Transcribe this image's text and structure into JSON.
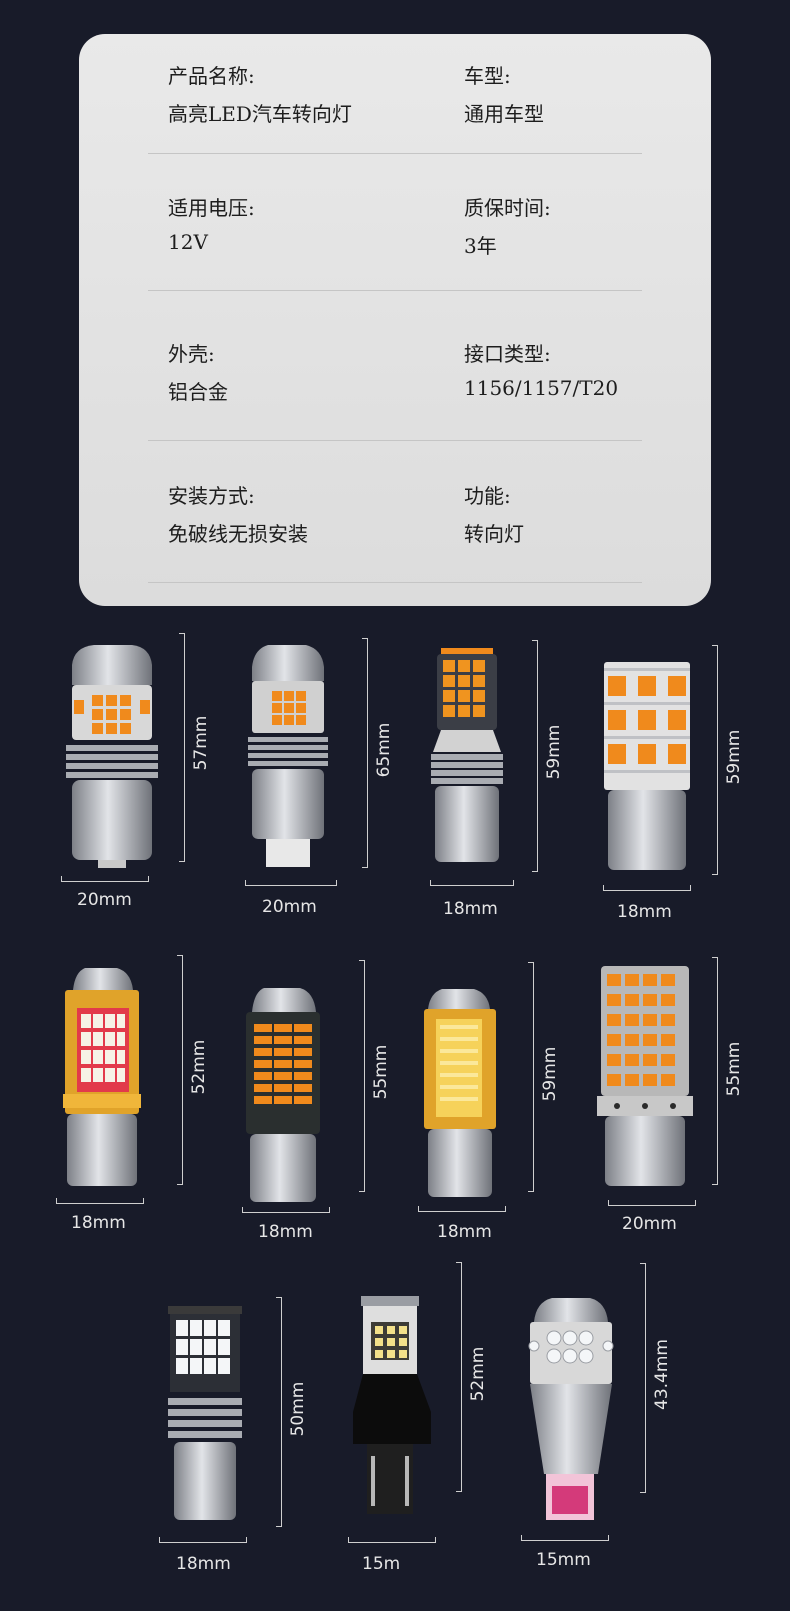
{
  "specs": [
    {
      "left_label": "产品名称:",
      "left_value": "高亮LED汽车转向灯",
      "right_label": "车型:",
      "right_value": "通用车型"
    },
    {
      "left_label": "适用电压:",
      "left_value": "12V",
      "right_label": "质保时间:",
      "right_value": "3年"
    },
    {
      "left_label": "外壳:",
      "left_value": "铝合金",
      "right_label": "接口类型:",
      "right_value": "1156/1157/T20"
    },
    {
      "left_label": "安装方式:",
      "left_value": "免破线无损安装",
      "right_label": "功能:",
      "right_value": "转向灯"
    }
  ],
  "bulbs": [
    {
      "height": "57mm",
      "width": "20mm",
      "style": "lens-amber",
      "icon": "led-bulb-icon"
    },
    {
      "height": "65mm",
      "width": "20mm",
      "style": "lens-amber-wedge",
      "icon": "led-bulb-icon"
    },
    {
      "height": "59mm",
      "width": "18mm",
      "style": "canbus-amber",
      "icon": "led-bulb-icon"
    },
    {
      "height": "59mm",
      "width": "18mm",
      "style": "column-amber",
      "icon": "led-bulb-icon"
    },
    {
      "height": "52mm",
      "width": "18mm",
      "style": "gold-red",
      "icon": "led-bulb-icon"
    },
    {
      "height": "55mm",
      "width": "18mm",
      "style": "black-amber",
      "icon": "led-bulb-icon"
    },
    {
      "height": "59mm",
      "width": "18mm",
      "style": "gold-amber",
      "icon": "led-bulb-icon"
    },
    {
      "height": "55mm",
      "width": "20mm",
      "style": "dense-amber",
      "icon": "led-bulb-icon"
    },
    {
      "height": "50mm",
      "width": "18mm",
      "style": "white-panel",
      "icon": "led-bulb-icon"
    },
    {
      "height": "52mm",
      "width": "15m",
      "style": "t20-black",
      "icon": "led-bulb-icon"
    },
    {
      "height": "43.4mm",
      "width": "15mm",
      "style": "t15-white",
      "icon": "led-bulb-icon"
    }
  ],
  "colors": {
    "background": "#181b29",
    "card": "#e3e3e3",
    "amber": "#f08a1c",
    "silver": "#b9bcc2"
  }
}
